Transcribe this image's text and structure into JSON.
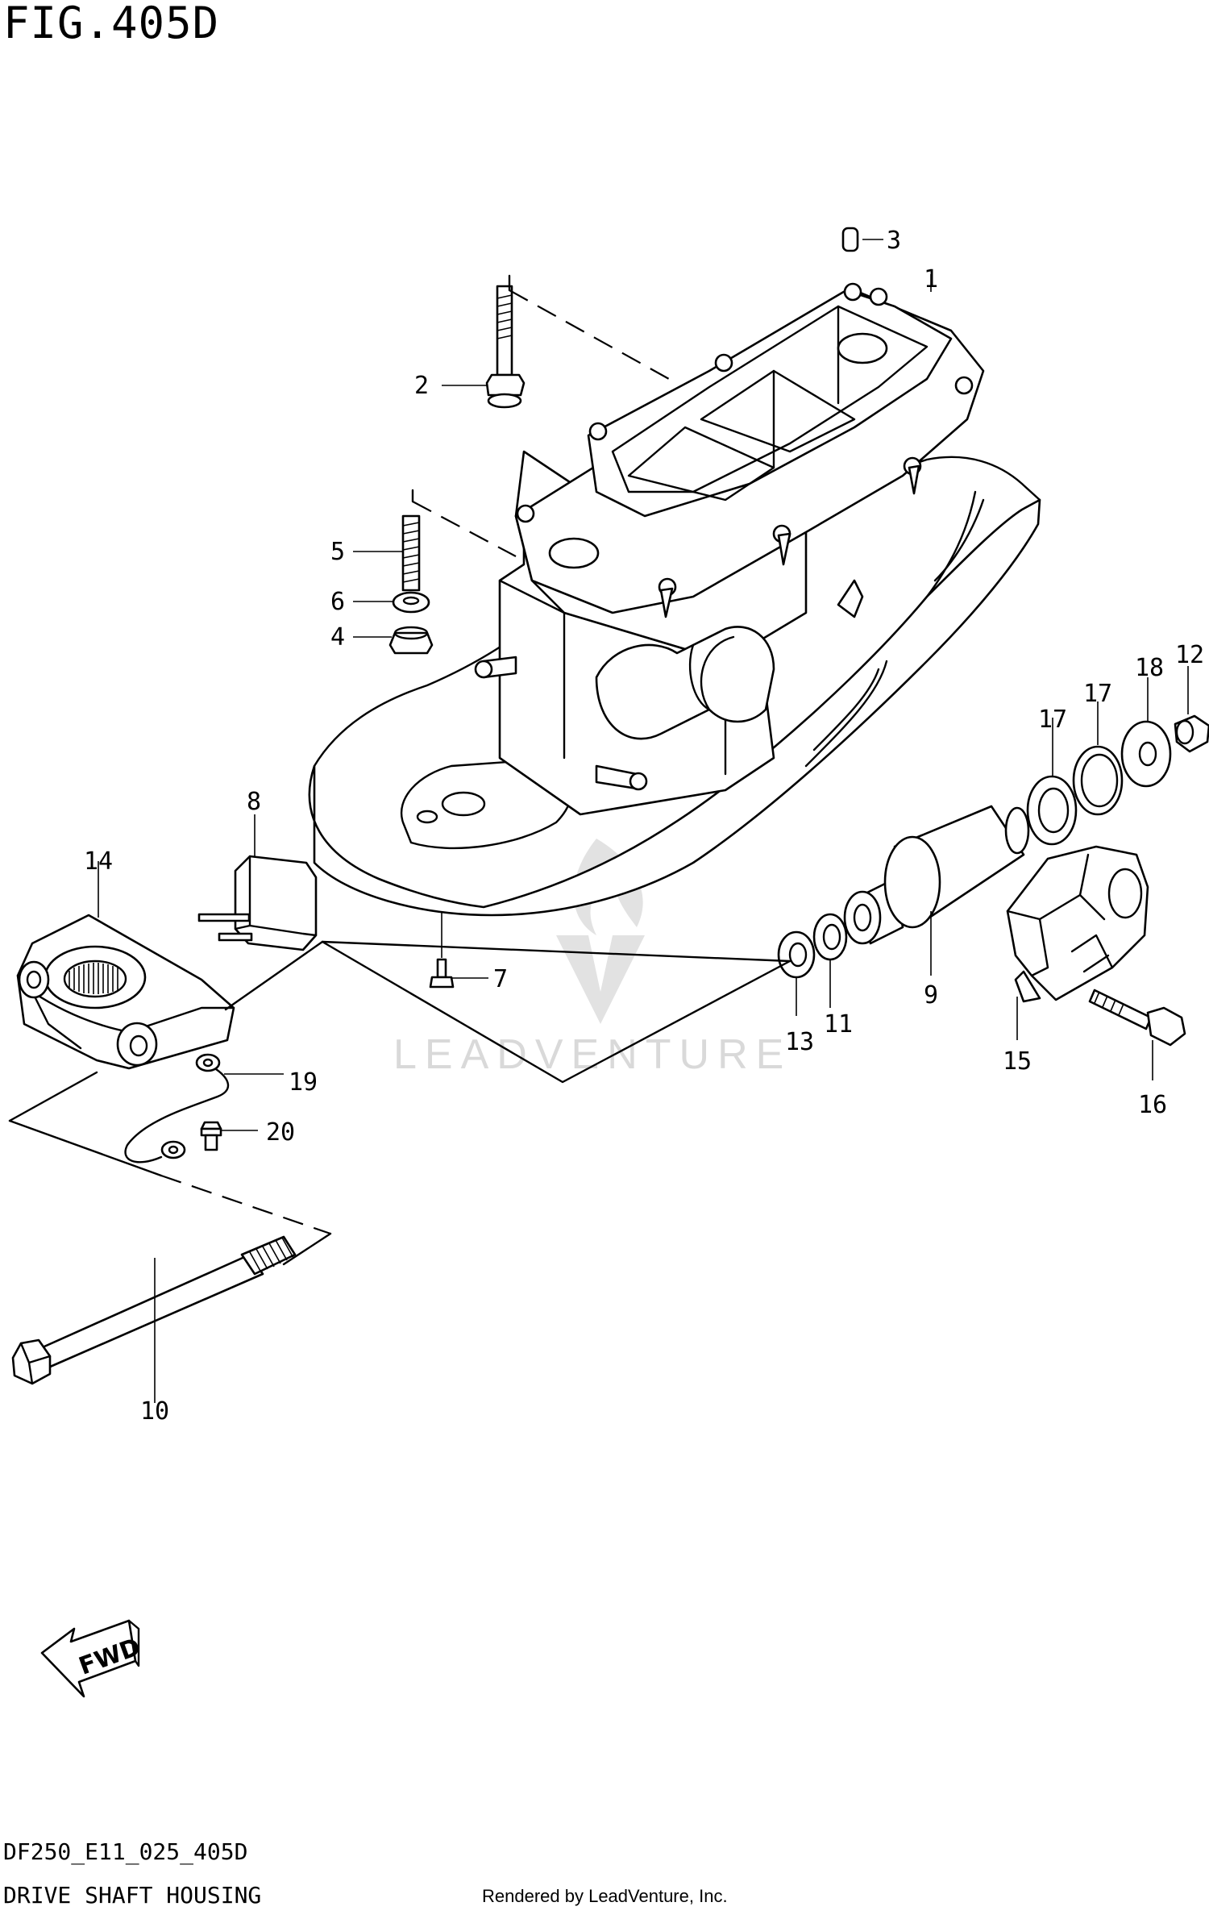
{
  "figure": {
    "title": "FIG.405D",
    "code": "DF250_E11_025_405D",
    "name": "DRIVE SHAFT HOUSING",
    "credit": "Rendered by LeadVenture, Inc.",
    "watermark": "LEADVENTURE",
    "fwd_label": "FWD"
  },
  "callouts": [
    {
      "id": "1",
      "label": "1"
    },
    {
      "id": "2",
      "label": "2"
    },
    {
      "id": "3",
      "label": "3"
    },
    {
      "id": "4",
      "label": "4"
    },
    {
      "id": "5",
      "label": "5"
    },
    {
      "id": "6",
      "label": "6"
    },
    {
      "id": "7",
      "label": "7"
    },
    {
      "id": "8",
      "label": "8"
    },
    {
      "id": "9",
      "label": "9"
    },
    {
      "id": "10",
      "label": "10"
    },
    {
      "id": "11",
      "label": "11"
    },
    {
      "id": "12",
      "label": "12"
    },
    {
      "id": "13",
      "label": "13"
    },
    {
      "id": "14",
      "label": "14"
    },
    {
      "id": "15",
      "label": "15"
    },
    {
      "id": "16",
      "label": "16"
    },
    {
      "id": "17a",
      "label": "17"
    },
    {
      "id": "17b",
      "label": "17"
    },
    {
      "id": "18",
      "label": "18"
    },
    {
      "id": "19",
      "label": "19"
    },
    {
      "id": "20",
      "label": "20"
    }
  ]
}
